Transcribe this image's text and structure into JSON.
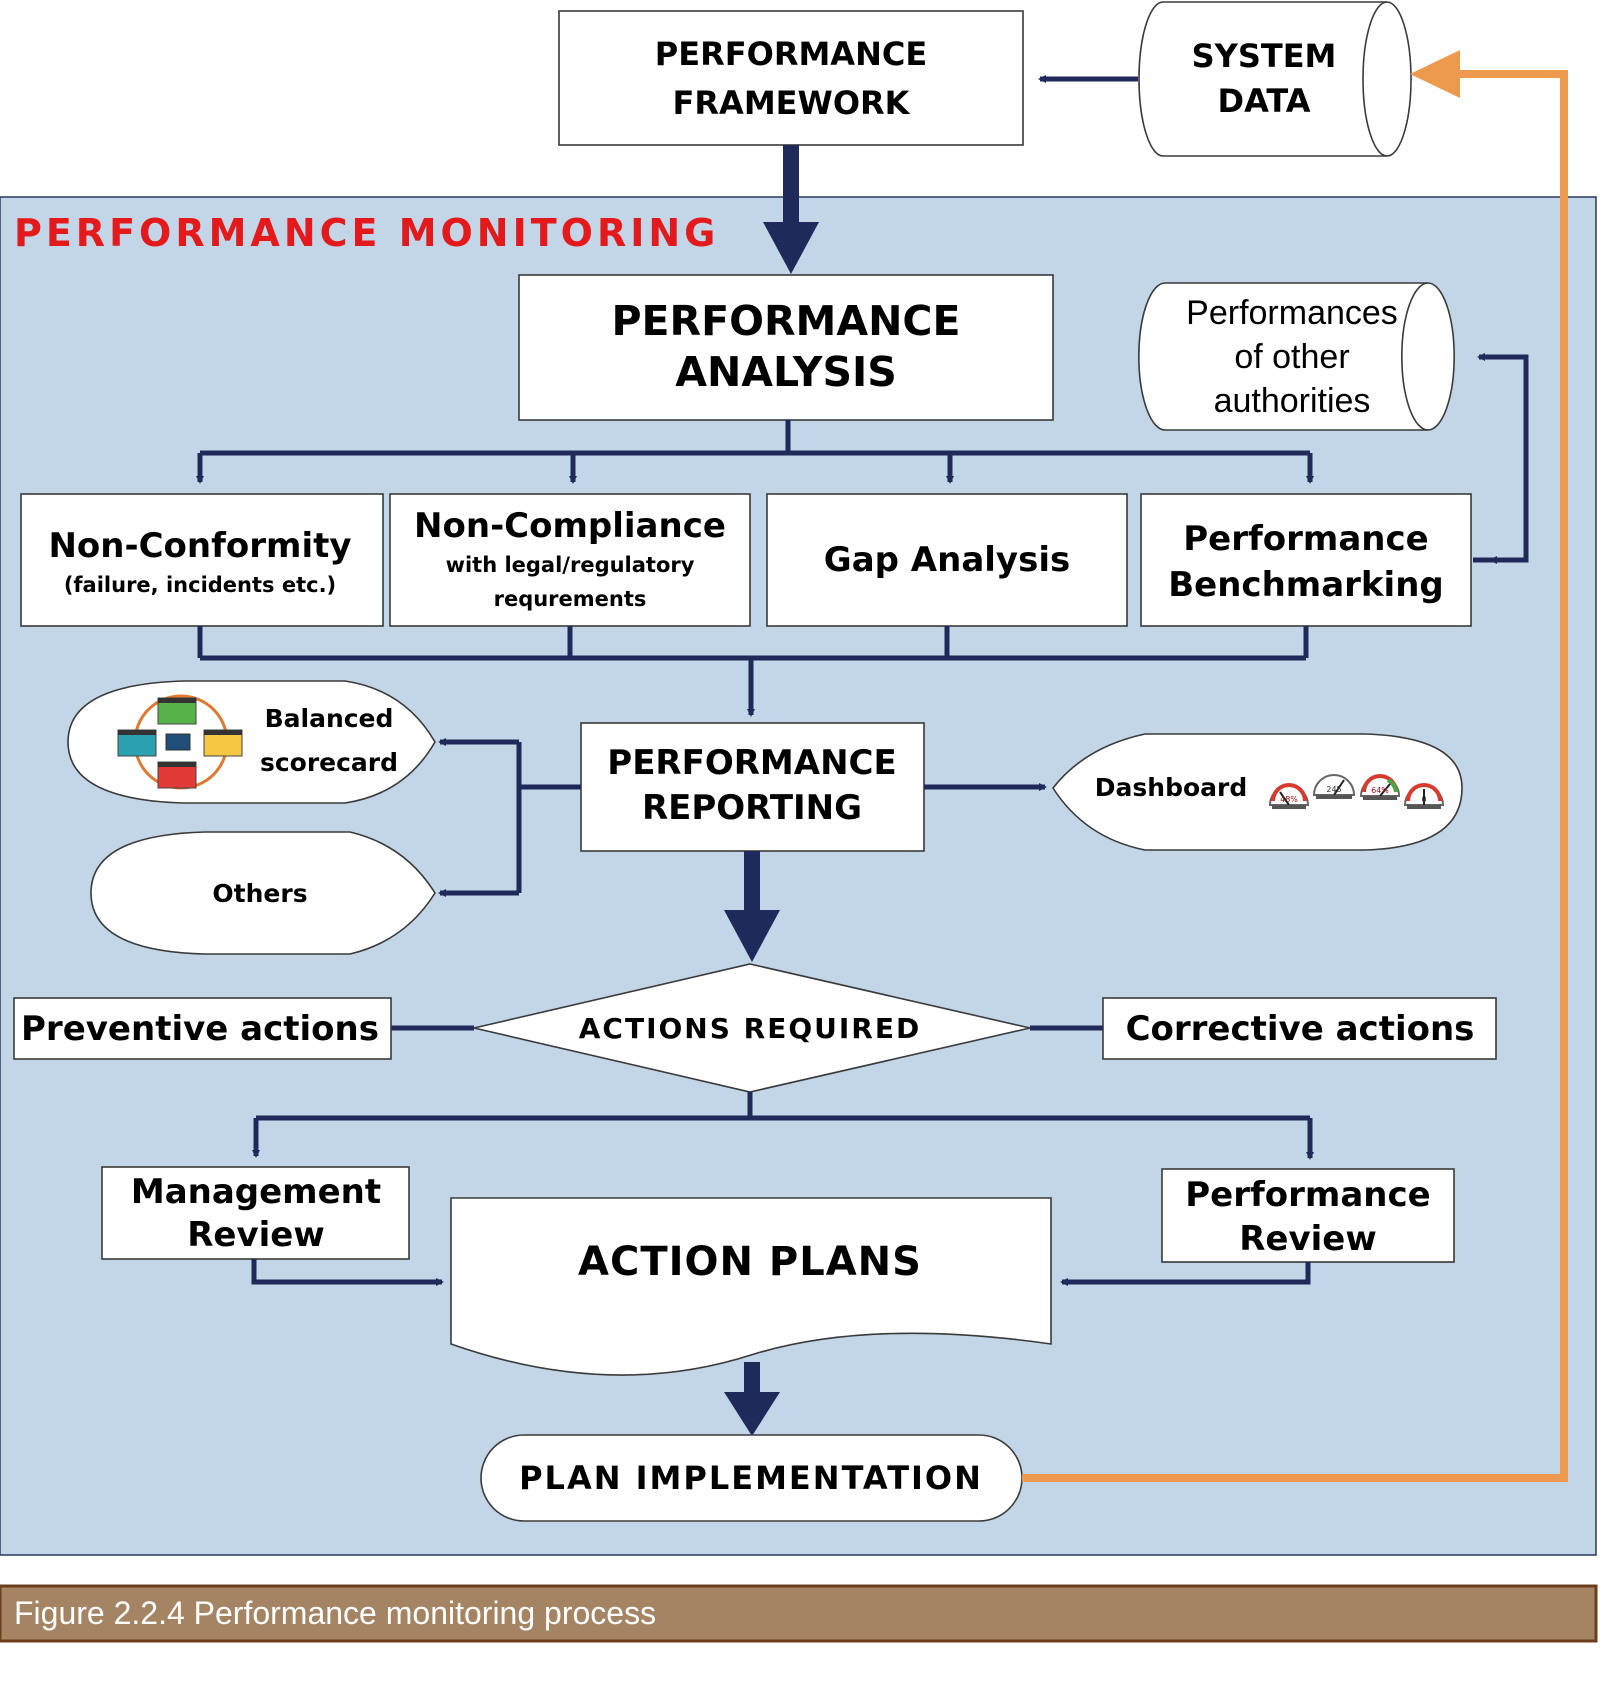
{
  "colors": {
    "panel": "#c3d6e8",
    "connector": "#1f2a5a",
    "feedback": "#ee9a4e",
    "title_red": "#e3191c",
    "caption_bar": "#a58463"
  },
  "top": {
    "framework": [
      "PERFORMANCE",
      "FRAMEWORK"
    ],
    "system_data": [
      "SYSTEM",
      "DATA"
    ]
  },
  "panel_title": "PERFORMANCE MONITORING",
  "analysis": [
    "PERFORMANCE",
    "ANALYSIS"
  ],
  "other_authorities": [
    "Performances",
    "of other",
    "authorities"
  ],
  "categories": {
    "nonconformity": {
      "title": "Non-Conformity",
      "sub": "(failure, incidents etc.)"
    },
    "noncompliance": {
      "title": "Non-Compliance",
      "sub1": "with legal/regulatory",
      "sub2": "requrements"
    },
    "gap": "Gap Analysis",
    "benchmarking": [
      "Performance",
      "Benchmarking"
    ]
  },
  "reporting": [
    "PERFORMANCE",
    "REPORTING"
  ],
  "outputs": {
    "balanced": [
      "Balanced",
      "scorecard"
    ],
    "others": "Others",
    "dashboard": "Dashboard",
    "gauges": [
      "48%",
      "245",
      "64%",
      "0"
    ]
  },
  "decision": {
    "label": "ACTIONS REQUIRED",
    "preventive": "Preventive actions",
    "corrective": "Corrective actions"
  },
  "reviews": {
    "management": [
      "Management",
      "Review"
    ],
    "performance": [
      "Performance",
      "Review"
    ]
  },
  "action_plans": "ACTION PLANS",
  "implementation": "PLAN IMPLEMENTATION",
  "caption": "Figure 2.2.4 Performance monitoring process"
}
